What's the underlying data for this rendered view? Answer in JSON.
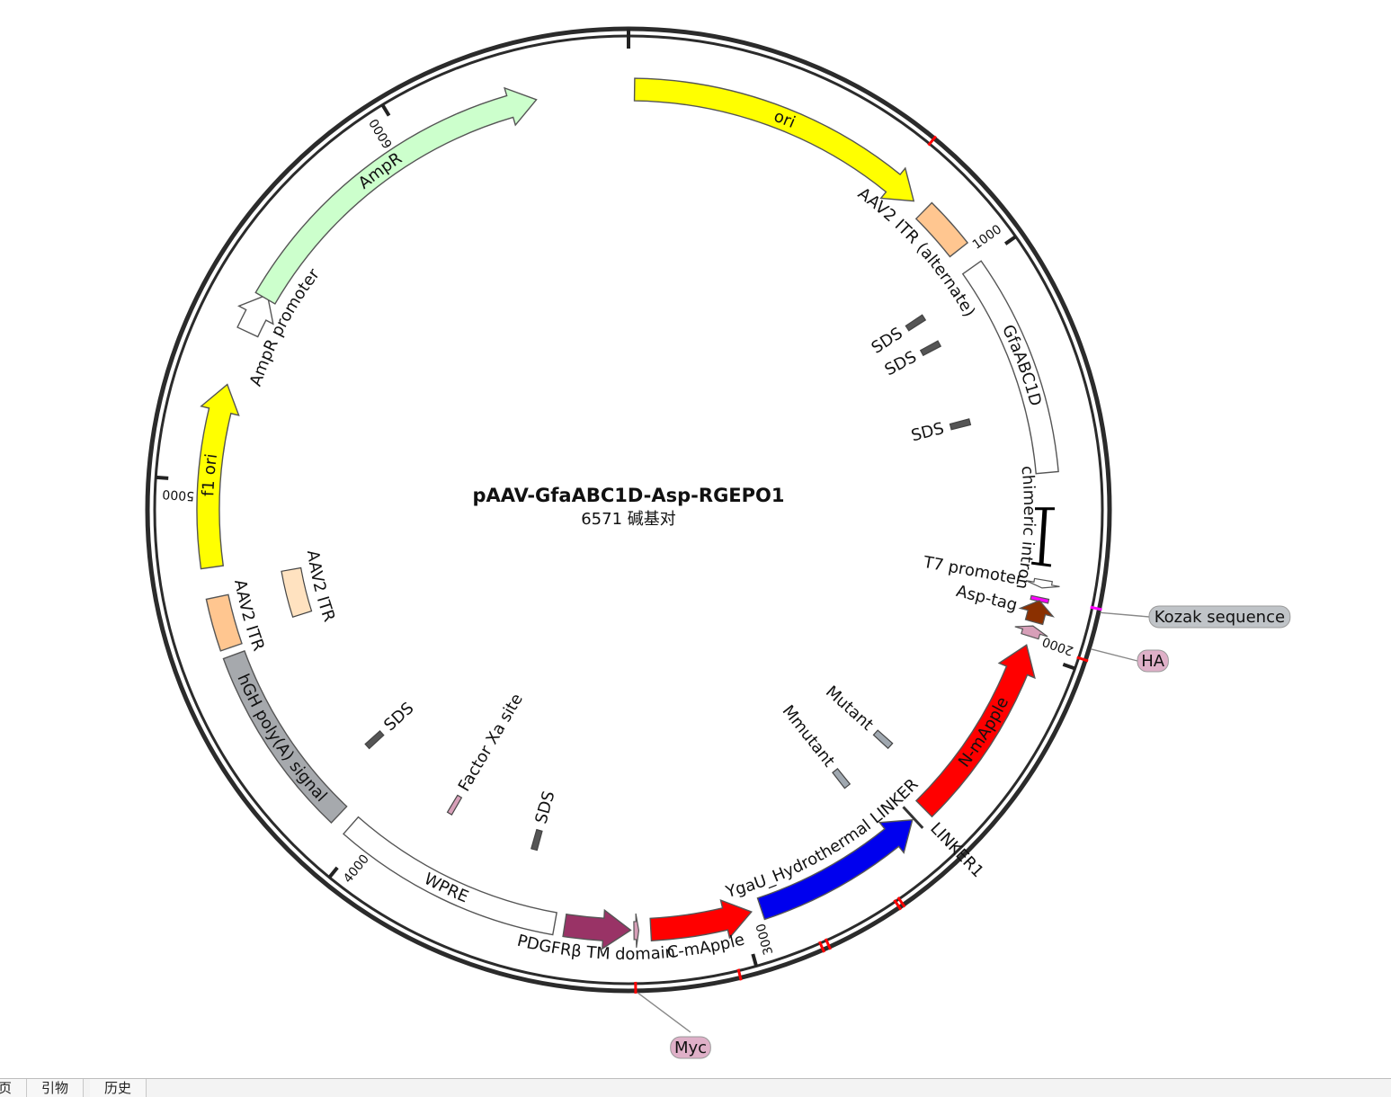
{
  "plasmid": {
    "name": "pAAV-GfaABC1D-Asp-RGEPO1",
    "length_bp": 6571,
    "length_label": "6571 碱基对"
  },
  "ticks": [
    {
      "bp": 0,
      "label": ""
    },
    {
      "bp": 1000,
      "label": "1000"
    },
    {
      "bp": 2000,
      "label": "2000"
    },
    {
      "bp": 3000,
      "label": "3000"
    },
    {
      "bp": 4000,
      "label": "4000"
    },
    {
      "bp": 5000,
      "label": "5000"
    },
    {
      "bp": 6000,
      "label": "6000"
    }
  ],
  "features": [
    {
      "label": "ori",
      "start": 15,
      "end": 780,
      "strand": 1,
      "color": "#ffff00",
      "textColor": "#000000",
      "ring": "mid",
      "labelMode": "inside"
    },
    {
      "label": "AAV2 ITR (alternate)",
      "start": 815,
      "end": 945,
      "strand": 0,
      "color": "#ffc690",
      "textColor": "#000000",
      "ring": "mid",
      "labelMode": "inner-curved"
    },
    {
      "label": "GfaABC1D",
      "start": 1000,
      "end": 1550,
      "strand": 0,
      "color": "#ffffff",
      "textColor": "#000000",
      "ring": "mid",
      "labelMode": "inside"
    },
    {
      "label": "SDS",
      "start": 1030,
      "end": 1048,
      "strand": 0,
      "color": "#555555",
      "textColor": "#000000",
      "ring": "inner",
      "labelMode": "radial-label"
    },
    {
      "label": "SDS",
      "start": 1120,
      "end": 1138,
      "strand": 0,
      "color": "#555555",
      "textColor": "#000000",
      "ring": "inner",
      "labelMode": "radial-label"
    },
    {
      "label": "SDS",
      "start": 1370,
      "end": 1388,
      "strand": 0,
      "color": "#555555",
      "textColor": "#000000",
      "ring": "inner",
      "labelMode": "radial-label"
    },
    {
      "label": "chimeric intron",
      "start": 1640,
      "end": 1780,
      "strand": 0,
      "color": "#000000",
      "textColor": "#000000",
      "ring": "bar",
      "labelMode": "radial-label"
    },
    {
      "label": "T7 promoter",
      "start": 1818,
      "end": 1838,
      "strand": 1,
      "color": "#ffffff",
      "textColor": "#000000",
      "ring": "small",
      "labelMode": "radial-label"
    },
    {
      "label": "Kozak sequence",
      "start": 1862,
      "end": 1872,
      "strand": 0,
      "color": "#ff00ff",
      "textColor": "#000000",
      "ring": "callout",
      "labelMode": "callout"
    },
    {
      "label": "Asp-tag",
      "start": 1870,
      "end": 1925,
      "strand": -1,
      "color": "#8b3000",
      "textColor": "#000000",
      "ring": "small",
      "labelMode": "radial-label"
    },
    {
      "label": "HA",
      "start": 1935,
      "end": 1962,
      "strand": -1,
      "color": "#d79fb8",
      "textColor": "#000000",
      "ring": "callout",
      "labelMode": "callout"
    },
    {
      "label": "N-mApple",
      "start": 1985,
      "end": 2470,
      "strand": -1,
      "color": "#ff0000",
      "textColor": "#ffffff",
      "ring": "mid",
      "labelMode": "inside"
    },
    {
      "label": "LINKER1",
      "start": 2490,
      "end": 2520,
      "strand": 0,
      "color": "#333333",
      "textColor": "#000000",
      "ring": "marker",
      "labelMode": "radial-label"
    },
    {
      "label": "YgaU_Hydrothermal LINKER",
      "start": 2510,
      "end": 2950,
      "strand": -1,
      "color": "#0000ee",
      "textColor": "#000000",
      "ring": "mid",
      "labelMode": "radial-label"
    },
    {
      "label": "Mutant",
      "start": 2400,
      "end": 2420,
      "strand": 0,
      "color": "#a0a8b0",
      "textColor": "#000000",
      "ring": "inner",
      "labelMode": "radial-label"
    },
    {
      "label": "Mmutant",
      "start": 2575,
      "end": 2595,
      "strand": 0,
      "color": "#a0a8b0",
      "textColor": "#000000",
      "ring": "inner",
      "labelMode": "radial-label"
    },
    {
      "label": "C-mApple",
      "start": 2975,
      "end": 3230,
      "strand": -1,
      "color": "#ff0000",
      "textColor": "#000000",
      "ring": "mid",
      "labelMode": "outside-upright"
    },
    {
      "label": "Myc",
      "start": 3260,
      "end": 3272,
      "strand": -1,
      "color": "#d79fb8",
      "textColor": "#000000",
      "ring": "callout",
      "labelMode": "callout"
    },
    {
      "label": "PDGFRβ TM domain",
      "start": 3280,
      "end": 3445,
      "strand": -1,
      "color": "#993366",
      "textColor": "#000000",
      "ring": "mid",
      "labelMode": "outside-upright"
    },
    {
      "label": "WPRE",
      "start": 3470,
      "end": 4040,
      "strand": 0,
      "color": "#ffffff",
      "textColor": "#000000",
      "ring": "mid",
      "labelMode": "inside"
    },
    {
      "label": "SDS",
      "start": 3560,
      "end": 3578,
      "strand": 0,
      "color": "#555555",
      "textColor": "#000000",
      "ring": "inner",
      "labelMode": "radial-label"
    },
    {
      "label": "Factor Xa site",
      "start": 3835,
      "end": 3850,
      "strand": 0,
      "color": "#d79fb8",
      "textColor": "#000000",
      "ring": "inner",
      "labelMode": "radial-label"
    },
    {
      "label": "hGH poly(A) signal",
      "start": 4080,
      "end": 4560,
      "strand": 0,
      "color": "#a6a9ad",
      "textColor": "#000000",
      "ring": "mid",
      "labelMode": "inside"
    },
    {
      "label": "SDS",
      "start": 4150,
      "end": 4168,
      "strand": 0,
      "color": "#555555",
      "textColor": "#000000",
      "ring": "inner",
      "labelMode": "radial-label"
    },
    {
      "label": "AAV2 ITR",
      "start": 4580,
      "end": 4710,
      "strand": 0,
      "color": "#ffc690",
      "textColor": "#000000",
      "ring": "mid",
      "labelMode": "inner-curved"
    },
    {
      "label": "AAV2 ITR",
      "start": 4605,
      "end": 4745,
      "strand": 0,
      "color": "#ffe2c0",
      "textColor": "#000000",
      "ring": "inner",
      "labelMode": "inner-curved"
    },
    {
      "label": "f1 ori",
      "start": 4785,
      "end": 5245,
      "strand": 1,
      "color": "#ffff00",
      "textColor": "#000000",
      "ring": "mid",
      "labelMode": "inside"
    },
    {
      "label": "AmpR promoter",
      "start": 5385,
      "end": 5490,
      "strand": 1,
      "color": "#ffffff",
      "textColor": "#000000",
      "ring": "mid",
      "labelMode": "inner-curved"
    },
    {
      "label": "AmpR",
      "start": 5480,
      "end": 6340,
      "strand": 1,
      "color": "#ccffcc",
      "textColor": "#000000",
      "ring": "mid",
      "labelMode": "inside"
    }
  ],
  "sites": [
    {
      "bp": 720,
      "color": "#ff0000"
    },
    {
      "bp": 1860,
      "color": "#ff00ff"
    },
    {
      "bp": 1975,
      "color": "#ff0000"
    },
    {
      "bp": 2650,
      "color": "#ff0000"
    },
    {
      "bp": 2660,
      "color": "#ff0000"
    },
    {
      "bp": 2835,
      "color": "#ff0000"
    },
    {
      "bp": 2850,
      "color": "#ff0000"
    },
    {
      "bp": 3040,
      "color": "#ff0000"
    },
    {
      "bp": 3270,
      "color": "#ff0000"
    }
  ],
  "tabs": [
    "页",
    "引物",
    "历史"
  ],
  "colors": {
    "backbone": "#2b2b2b",
    "calloutFill": "#c0c4c8",
    "pinkCallout": "#dfb0c8"
  }
}
